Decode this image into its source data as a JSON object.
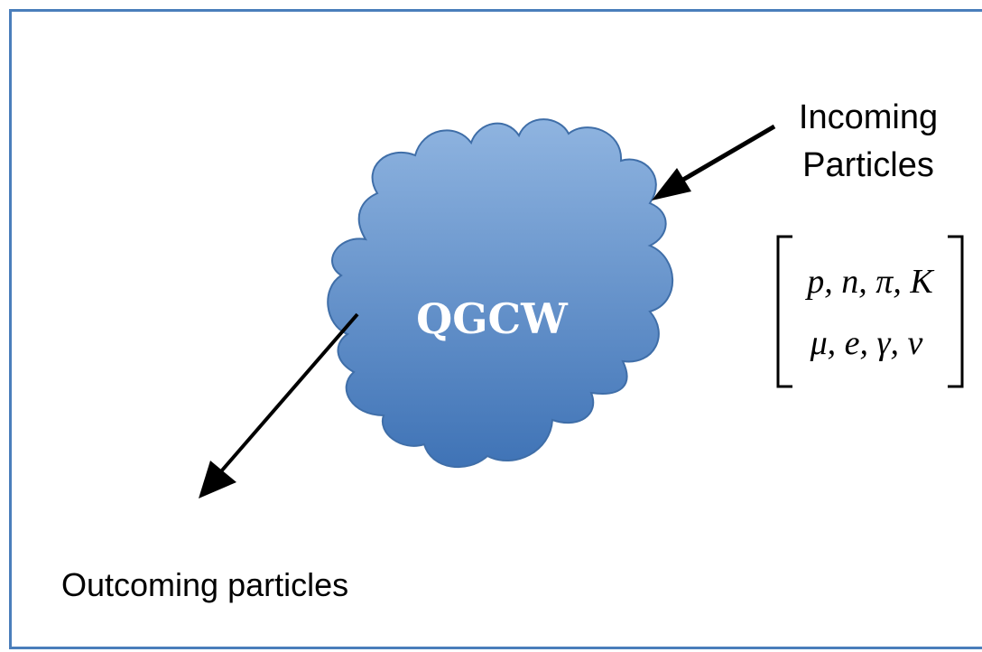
{
  "diagram": {
    "cloud_label": "QGCW",
    "incoming_label_line1": "Incoming",
    "incoming_label_line2": "Particles",
    "outgoing_label": "Outcoming particles",
    "particle_row1": "p, n, π, K",
    "particle_row2": "μ, e, γ, ν"
  },
  "colors": {
    "border": "#4a7ebb",
    "cloud_top": "#8fb4e0",
    "cloud_bottom": "#3f73b6",
    "cloud_outline": "#3f6ea8",
    "arrow": "#000000"
  }
}
